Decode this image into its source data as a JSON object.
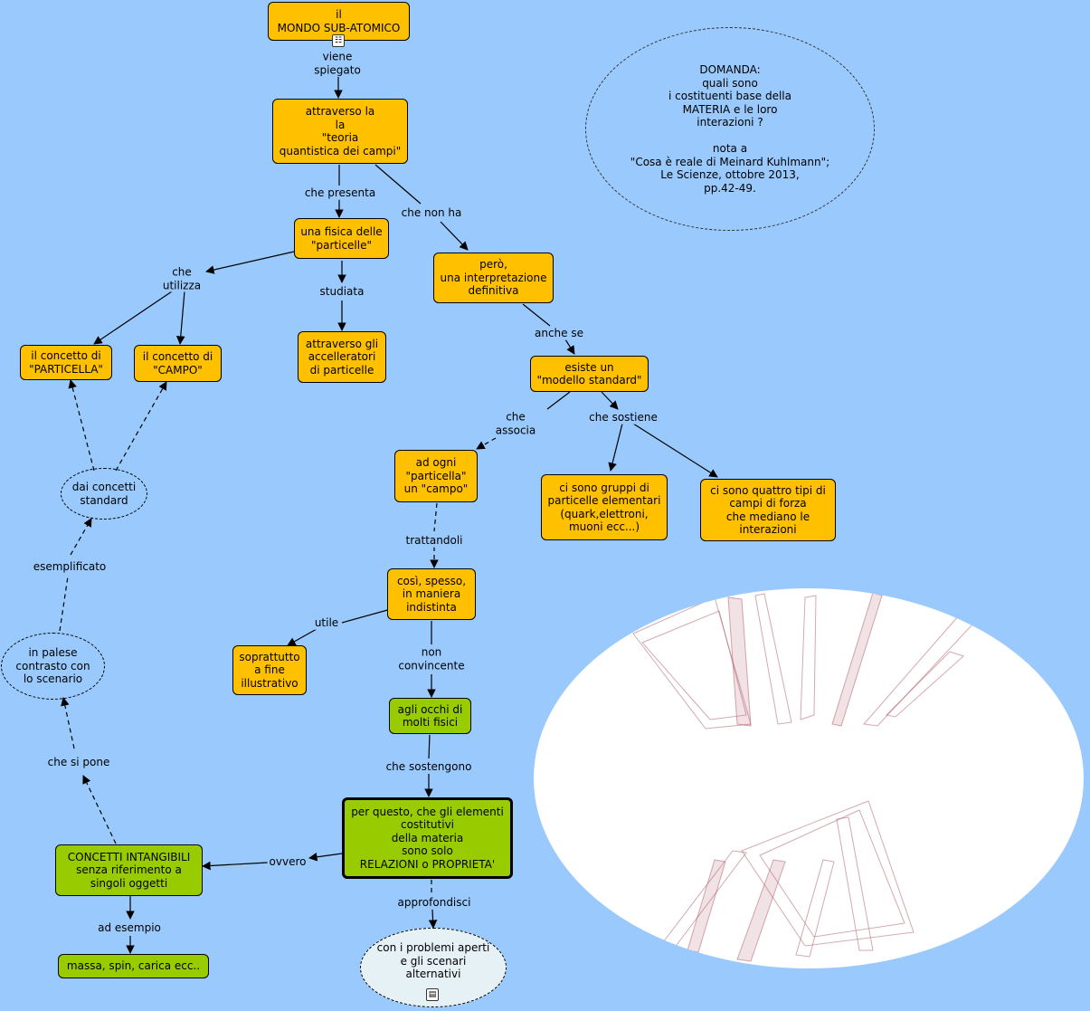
{
  "nodes": {
    "mondo": "il\nMONDO SUB-ATOMICO",
    "teoria": "attraverso la\nla\n\"teoria\nquantistica dei campi\"",
    "fisica": "una fisica delle\n\"particelle\"",
    "interpretazione": "però,\nuna interpretazione\ndefinitiva",
    "particella": "il concetto di\n\"PARTICELLA\"",
    "campo": "il concetto di\n\"CAMPO\"",
    "acceleratori": "attraverso gli\naccelleratori\ndi particelle",
    "modello": "esiste un\n\"modello standard\"",
    "ad_ogni": "ad ogni\n\"particella\"\nun \"campo\"",
    "gruppi": "ci sono gruppi di\nparticelle elementari\n(quark,elettroni,\nmuoni ecc...)",
    "quattro": "ci sono quattro tipi di\ncampi di forza\nche mediano le\ninterazioni",
    "dai_concetti": "dai concetti\nstandard",
    "cosi": "così, spesso,\nin maniera\nindistinta",
    "soprattutto": "soprattutto\na fine\nillustrativo",
    "palese": "in palese\ncontrasto con\nlo scenario",
    "occhi": "agli occhi di\nmolti fisici",
    "relazioni": "per questo, che gli elementi\ncostitutivi\ndella materia\nsono solo\nRELAZIONI o PROPRIETA'",
    "intangibili": "CONCETTI INTANGIBILI\nsenza riferimento a\nsingoli oggetti",
    "massa": "massa, spin, carica ecc..",
    "problemi": "con i problemi aperti\ne gli scenari\nalternativi",
    "domanda": "DOMANDA:\nquali sono\ni costituenti base della\nMATERIA  e le loro\ninterazioni ?\n\nnota a\n\"Cosa è reale di Meinard Kuhlmann\";\nLe Scienze, ottobre 2013,\npp.42-49."
  },
  "links": {
    "viene_spiegato": "viene\nspiegato",
    "che_presenta": "che presenta",
    "che_non_ha": "che non ha",
    "che_utilizza": "che\nutilizza",
    "studiata": "studiata",
    "anche_se": "anche se",
    "che_associa": "che\nassocia",
    "che_sostiene": "che sostiene",
    "trattandoli": "trattandoli",
    "utile": "utile",
    "non_convincente": "non\nconvincente",
    "che_sostengono": "che sostengono",
    "ovvero": "ovvero",
    "approfondisci": "approfondisci",
    "ad_esempio": "ad esempio",
    "che_si_pone": "che si pone",
    "esemplificato": "esemplificato"
  },
  "icons": {
    "mondo_icon": "diagram-icon",
    "problemi_icon": "document-icon"
  },
  "colors": {
    "background": "#99c9fd",
    "yellow": "#ffc000",
    "green": "#99cc00",
    "image_stroke": "#b06070"
  }
}
